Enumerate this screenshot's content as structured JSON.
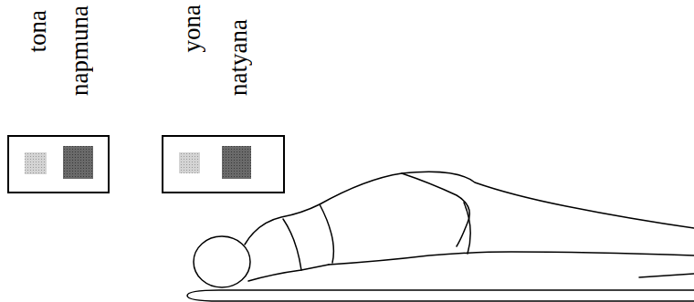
{
  "diagram": {
    "labels": [
      "tona",
      "napmuna",
      "yona",
      "natyana"
    ]
  }
}
